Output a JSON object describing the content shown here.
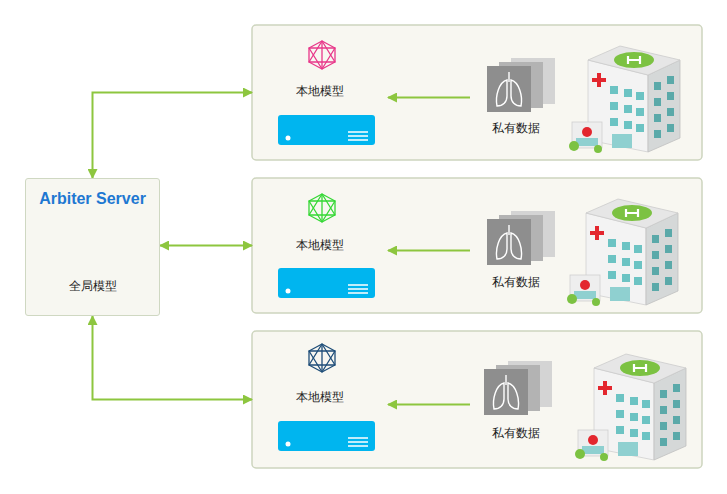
{
  "diagram": {
    "nodes": [
      {
        "text": [
          "Arbiter Server",
          "全局模型"
        ]
      },
      {
        "text": [
          "本地模型"
        ]
      },
      {
        "text": [
          "私有数据"
        ]
      },
      {
        "text": [
          "本地模型"
        ]
      },
      {
        "text": [
          "私有数据"
        ]
      },
      {
        "text": [
          "本地模型"
        ]
      },
      {
        "text": [
          "私有数据"
        ]
      }
    ],
    "edges": [
      {
        "from": 0,
        "to": 1,
        "arrow": "both"
      },
      {
        "from": 2,
        "to": 1,
        "arrow": "to"
      },
      {
        "from": 0,
        "to": 3,
        "arrow": "both"
      },
      {
        "from": 4,
        "to": 3,
        "arrow": "to"
      },
      {
        "from": 0,
        "to": 5,
        "arrow": "both"
      },
      {
        "from": 6,
        "to": 5,
        "arrow": "to"
      }
    ]
  }
}
